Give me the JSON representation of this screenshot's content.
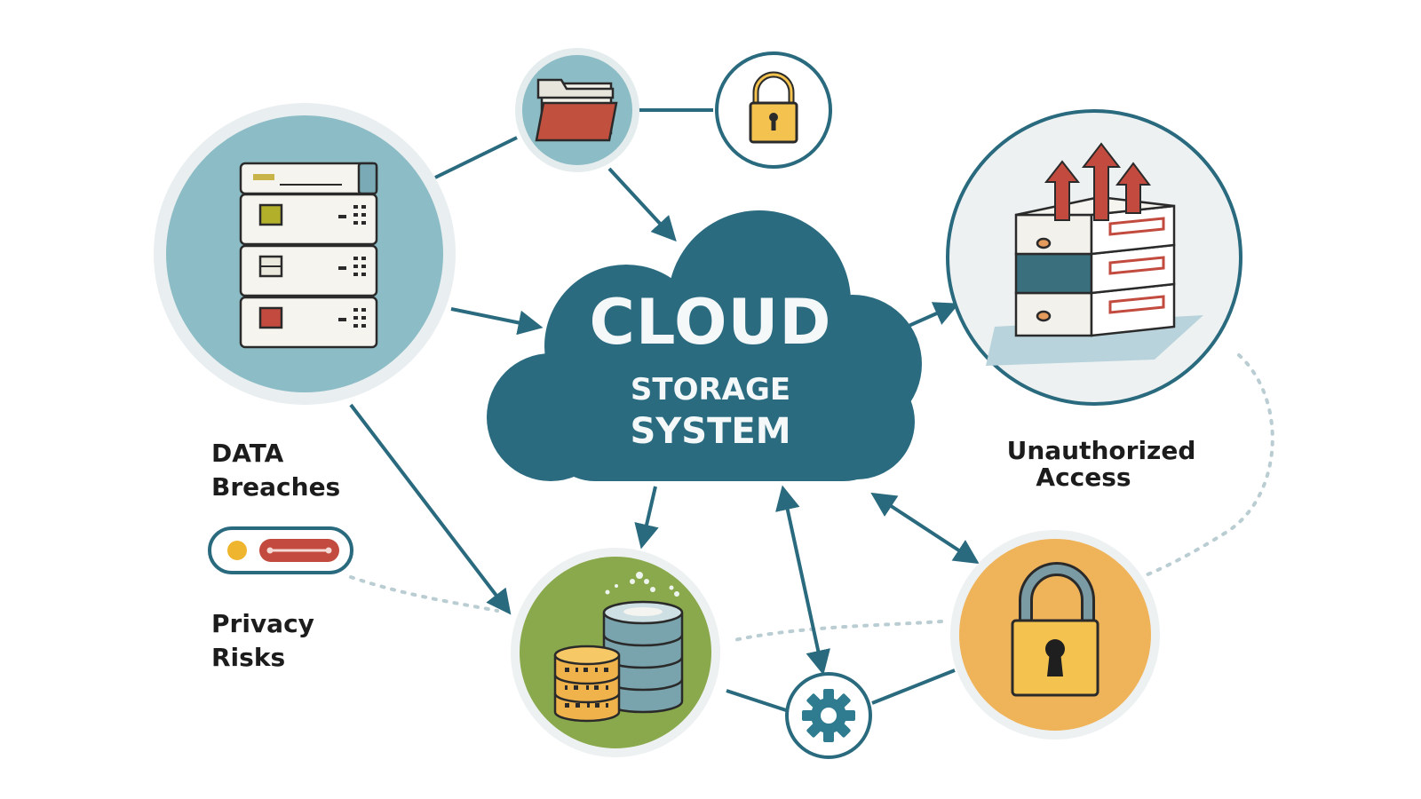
{
  "cloud": {
    "line1": "CLOUD",
    "line2": "STORAGE",
    "line3": "SYSTEM"
  },
  "labels": {
    "breaches_line1": "DATA",
    "breaches_line2": "Breaches",
    "privacy_line1": "Privacy",
    "privacy_line2": "Risks",
    "access_line1": "Unauthorized",
    "access_line2": "Access"
  },
  "icons": [
    "server-rack-icon",
    "folder-icon",
    "padlock-icon",
    "server-upload-icon",
    "database-icon",
    "gear-icon",
    "large-padlock-icon",
    "toggle-icon"
  ],
  "colors": {
    "teal_dark": "#2a6a7e",
    "teal_light": "#8fbdc5",
    "orange": "#efb35a",
    "green": "#8aa94c",
    "red": "#c24a3e",
    "yellow": "#f3c24f"
  }
}
